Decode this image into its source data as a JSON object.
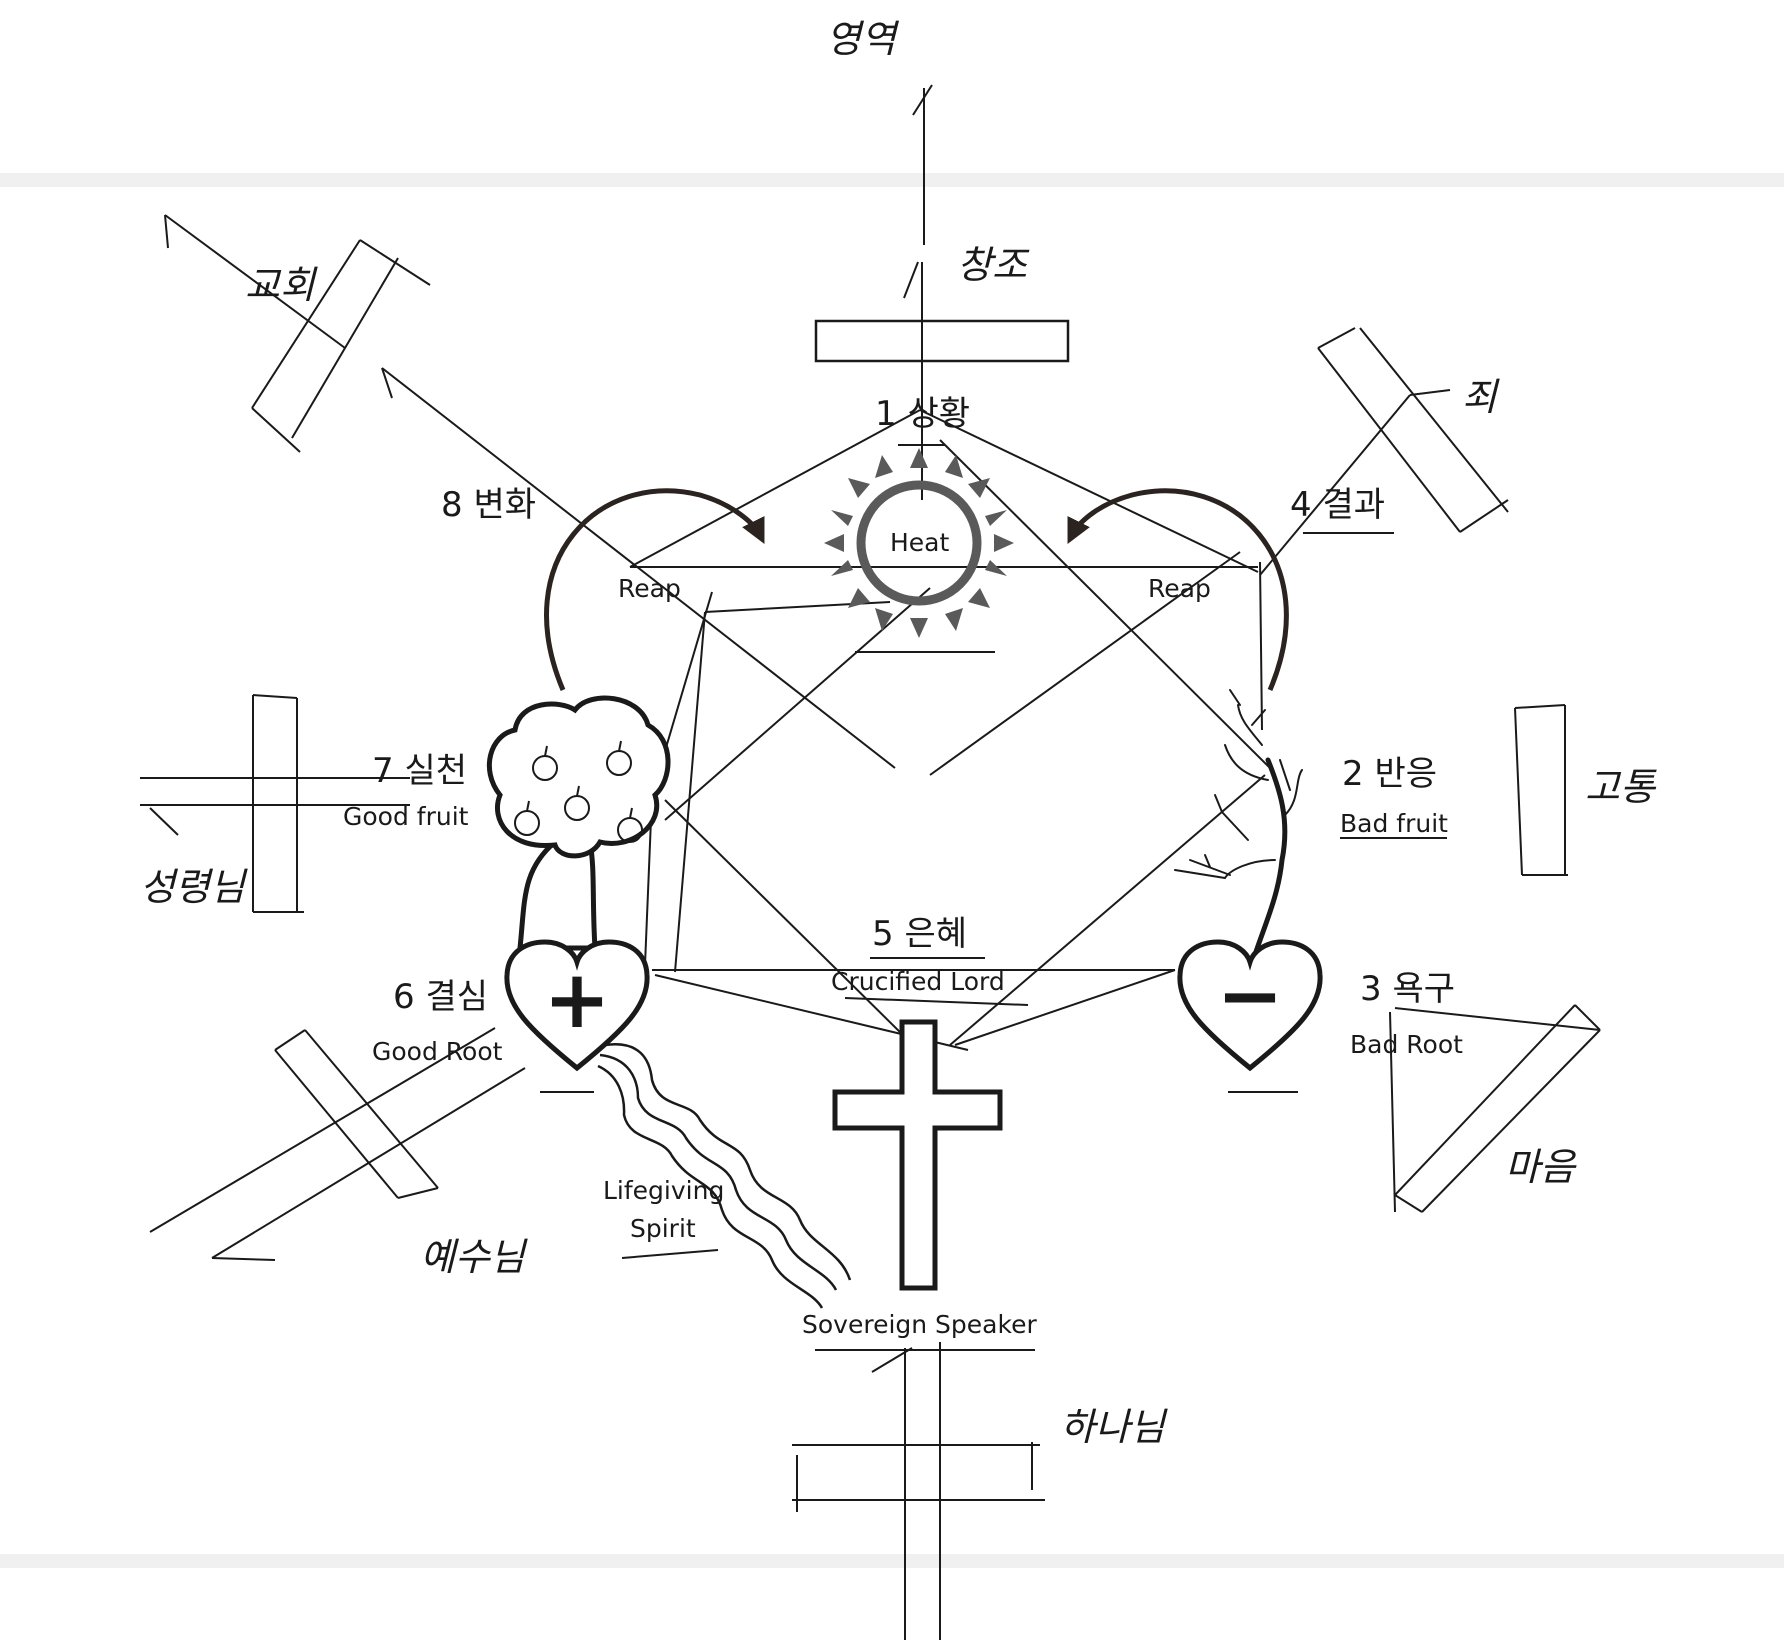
{
  "labels": {
    "top": "영역",
    "situation": "1 상황",
    "response": "2 반응",
    "desire": "3 욕구",
    "result": "4 결과",
    "grace": "5 은혜",
    "resolve": "6 결심",
    "practice": "7 실천",
    "change": "8 변화"
  },
  "english": {
    "heat": "Heat",
    "reap_left": "Reap",
    "reap_right": "Reap",
    "bad_fruit": "Bad fruit",
    "bad_root": "Bad Root",
    "good_fruit": "Good fruit",
    "good_root": "Good Root",
    "crucified_lord": "Crucified Lord",
    "lifegiving_line1": "Lifegiving",
    "lifegiving_line2": "Spirit",
    "sovereign_speaker": "Sovereign Speaker"
  },
  "handwritten": {
    "north": "창조",
    "northwest": "교회",
    "northeast": "죄",
    "east": "고통",
    "west": "성령님",
    "southwest": "예수님",
    "southeast": "마음",
    "south": "하나님"
  },
  "symbols": {
    "good_heart_sign": "+",
    "bad_heart_sign": "−"
  },
  "colors": {
    "ink": "#1a1a1a",
    "sun": "#5a5a5a",
    "band": "#f0f0f0"
  },
  "icons": [
    "sun-icon",
    "apple-tree-icon",
    "bare-tree-icon",
    "heart-plus-icon",
    "heart-minus-icon",
    "cross-icon",
    "wavy-spirit-icon",
    "curved-arrow-icon"
  ]
}
